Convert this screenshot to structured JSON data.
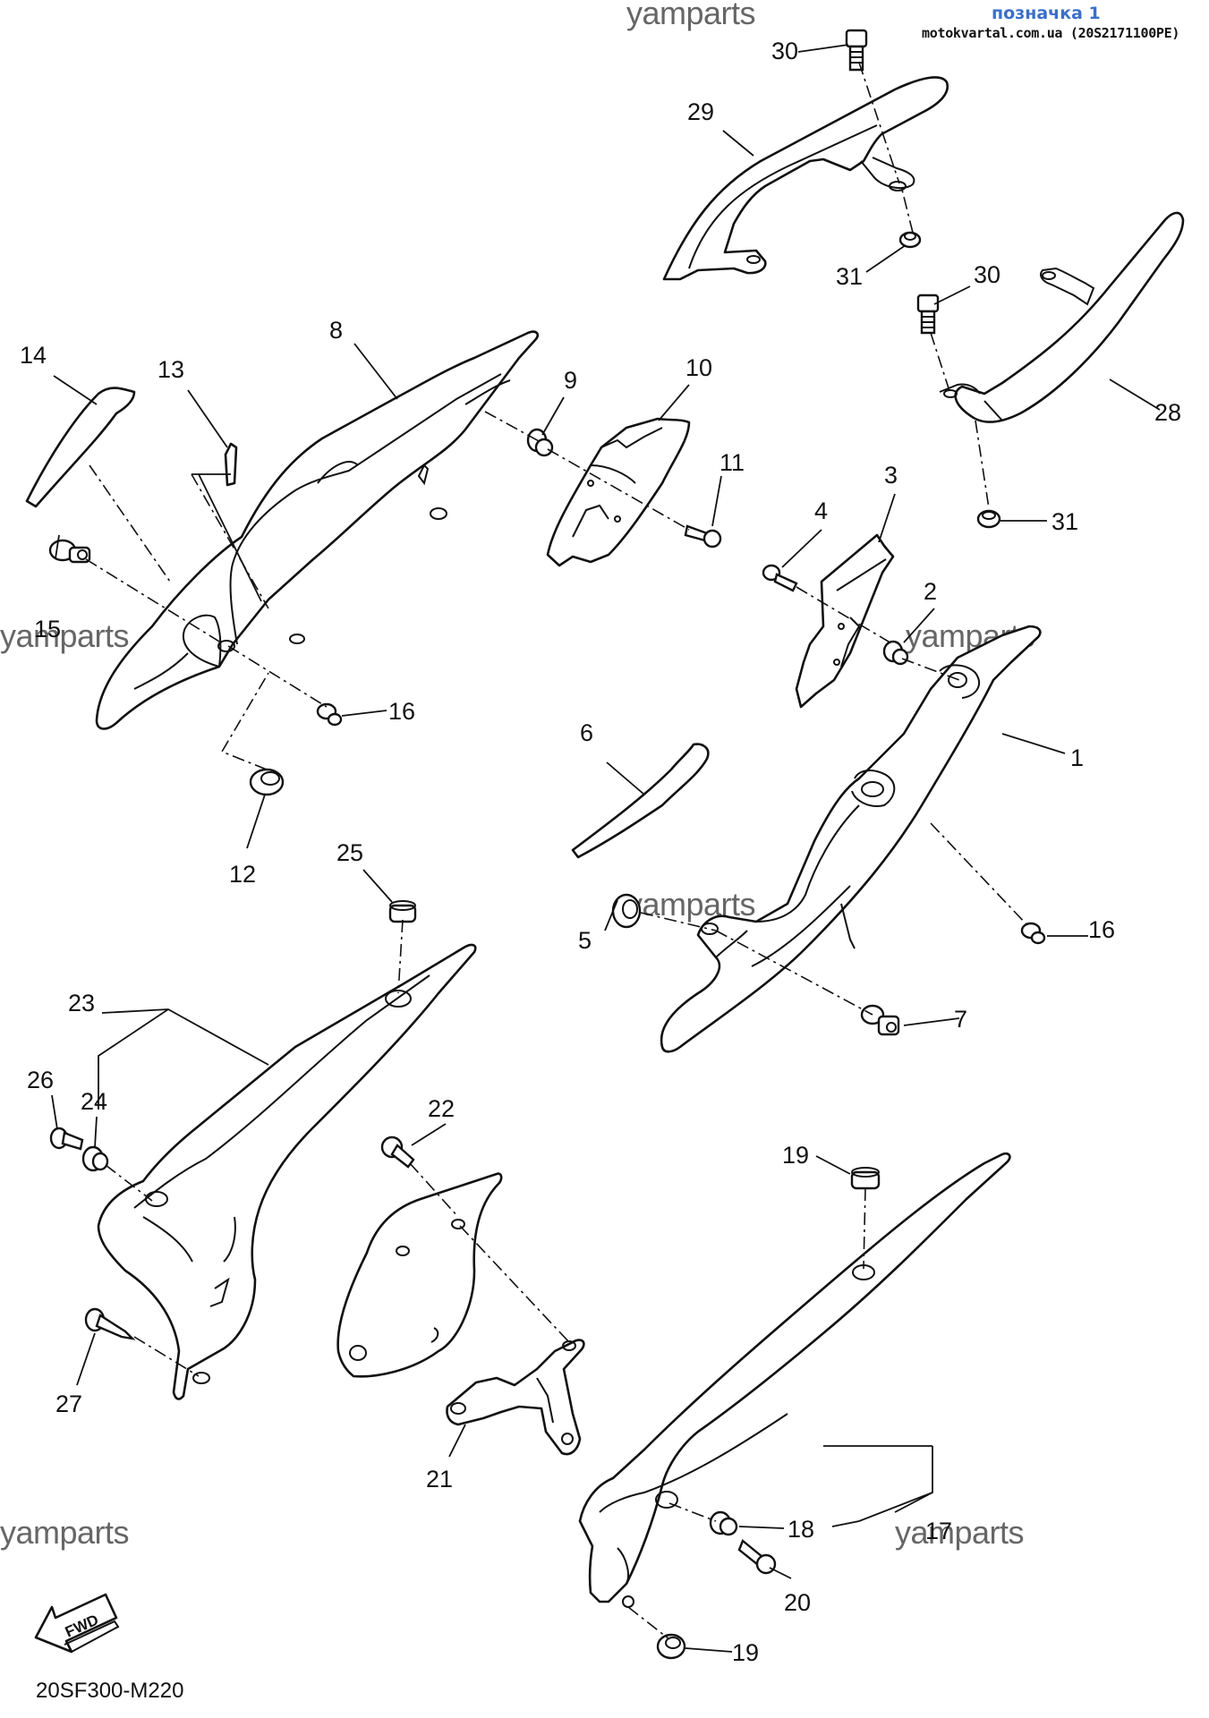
{
  "header": {
    "link": "позначка 1",
    "site": "motokvartal.com.ua (20S2171100PE)"
  },
  "watermarks": [
    "yamparts",
    "yamparts",
    "yamparts",
    "yamparts",
    "yamparts",
    "yamparts"
  ],
  "diagram_code": "20SF300-M220",
  "fwd_label": "FWD",
  "callouts": {
    "c1": "1",
    "c2": "2",
    "c3": "3",
    "c4": "4",
    "c5": "5",
    "c6": "6",
    "c7": "7",
    "c8": "8",
    "c9": "9",
    "c10": "10",
    "c11": "11",
    "c12": "12",
    "c13": "13",
    "c14": "14",
    "c15": "15",
    "c16a": "16",
    "c16b": "16",
    "c17": "17",
    "c18": "18",
    "c19a": "19",
    "c19b": "19",
    "c20": "20",
    "c21": "21",
    "c22": "22",
    "c23": "23",
    "c24": "24",
    "c25": "25",
    "c26": "26",
    "c27": "27",
    "c28": "28",
    "c29": "29",
    "c30a": "30",
    "c30b": "30",
    "c31a": "31",
    "c31b": "31"
  },
  "icons": {
    "fwd": "fwd-arrow-icon",
    "logo": "none"
  },
  "colors": {
    "link": "#3b6fc9",
    "line": "#111111",
    "watermark": "#666666"
  }
}
